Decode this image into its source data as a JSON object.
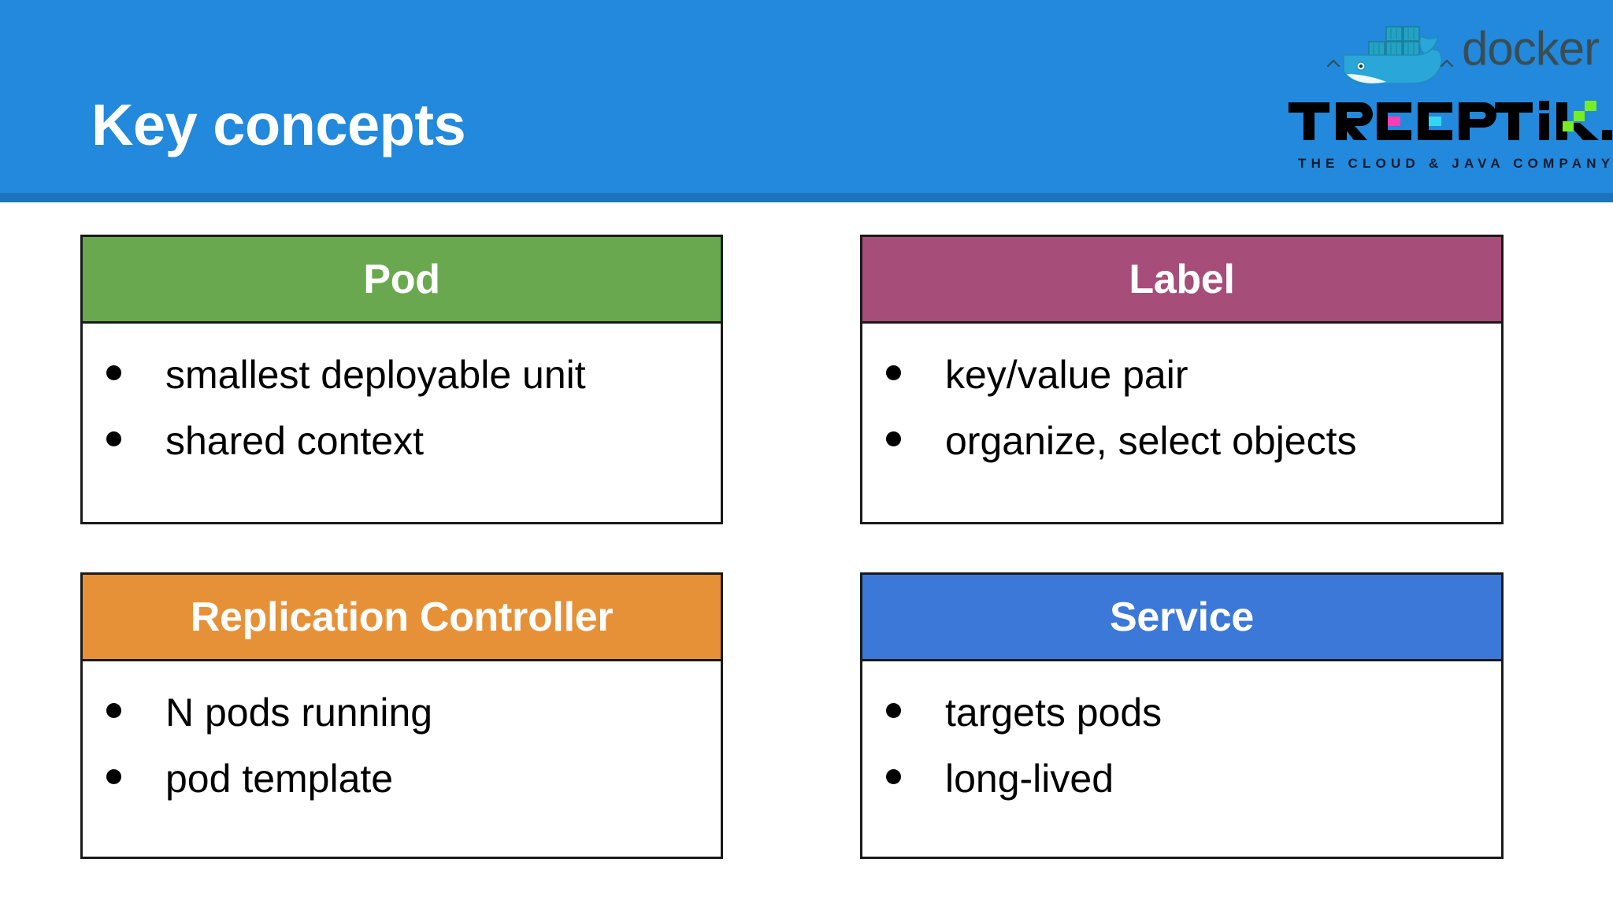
{
  "slide": {
    "title": "Key concepts",
    "banner_color": "#2289dc",
    "banner_underline_color": "#1c74bd",
    "background_color": "#ffffff"
  },
  "branding": {
    "docker": {
      "icon_name": "docker-whale-logo",
      "wordmark": "docker",
      "wordmark_color": "#394d54",
      "whale_color": "#2396ed",
      "container_color": "#1d8aa8"
    },
    "treeptik": {
      "wordmark": "TREEPTIK.",
      "wordmark_color": "#000000",
      "accent_pink": "#ff3db5",
      "accent_cyan": "#33d6f5",
      "accent_green": "#77ee22",
      "tagline": "THE CLOUD & JAVA COMPANY",
      "tagline_color": "#0d1b2e"
    }
  },
  "cards": [
    {
      "id": "pod",
      "title": "Pod",
      "header_color": "#6aa84f",
      "bullets": [
        "smallest deployable unit",
        "shared context"
      ]
    },
    {
      "id": "label",
      "title": "Label",
      "header_color": "#a64d79",
      "bullets": [
        "key/value pair",
        "organize, select objects"
      ]
    },
    {
      "id": "replication-controller",
      "title": "Replication Controller",
      "header_color": "#e69138",
      "bullets": [
        "N pods running",
        "pod template"
      ]
    },
    {
      "id": "service",
      "title": "Service",
      "header_color": "#3c78d8",
      "bullets": [
        "targets pods",
        "long-lived"
      ]
    }
  ]
}
